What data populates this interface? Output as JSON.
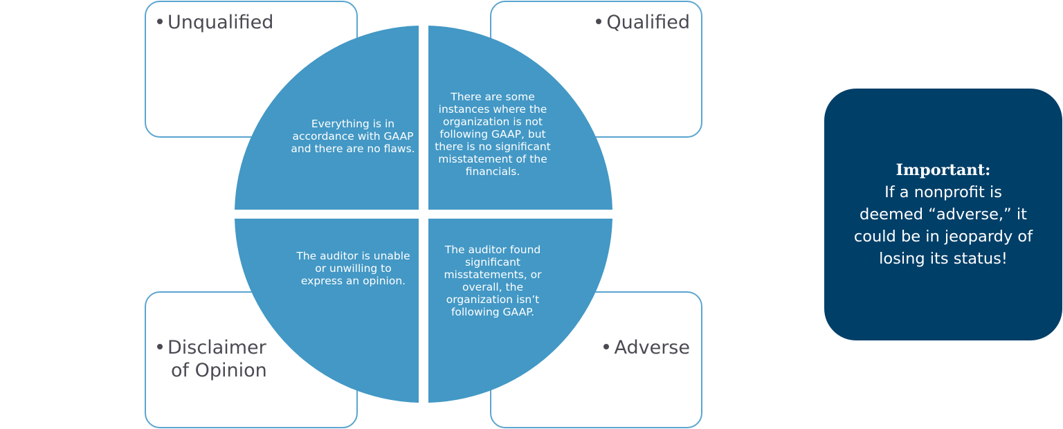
{
  "colors": {
    "quadrant_fill": "#4398c5",
    "box_border": "#5aa5cf",
    "label_text": "#4a4a52",
    "callout_fill": "#003f68"
  },
  "opinion_types": [
    {
      "id": "unqualified",
      "label": "Unqualified",
      "description": "Everything is in accordance with GAAP and there are no flaws."
    },
    {
      "id": "qualified",
      "label": "Qualified",
      "description": "There are some instances where the organization is not following GAAP, but there is no significant misstatement of the financials."
    },
    {
      "id": "disclaimer",
      "label_line1": "Disclaimer",
      "label_line2": "of Opinion",
      "description": "The auditor is unable or unwilling to express an opinion."
    },
    {
      "id": "adverse",
      "label": "Adverse",
      "description": "The auditor found significant misstatements, or overall, the organization isn’t following GAAP."
    }
  ],
  "callout": {
    "title": "Important:",
    "body": "If a nonprofit is deemed “adverse,” it could be in jeopardy of losing its status!"
  }
}
